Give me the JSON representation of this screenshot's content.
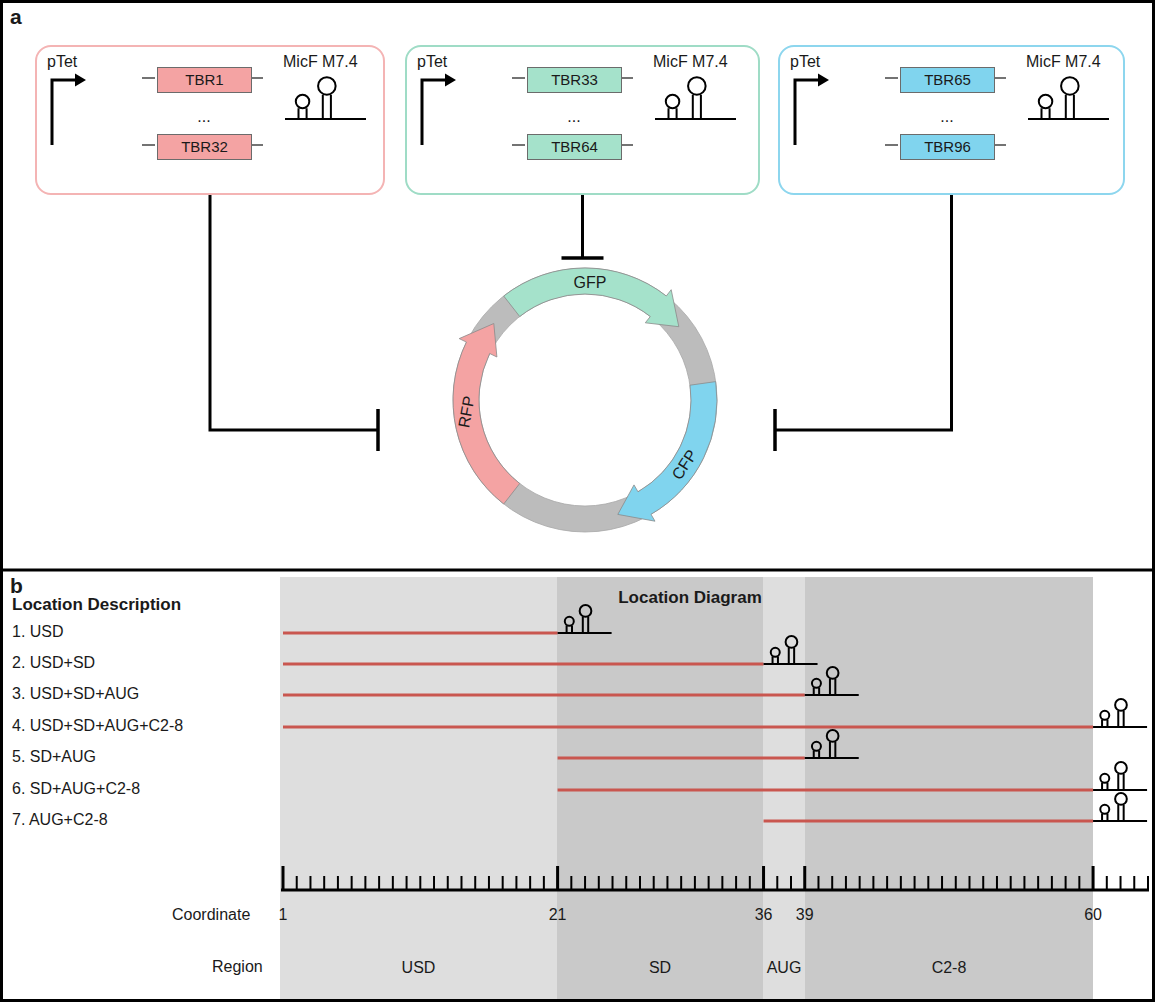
{
  "diagram": {
    "nodes": [
      {
        "text": [
          "pTet",
          "...",
          "MicF M7.4"
        ]
      },
      {
        "text": [
          "TBR1"
        ],
        "in": 0
      },
      {
        "text": [
          "TBR32"
        ],
        "in": 0
      },
      {
        "text": [
          "pTet",
          "...",
          "MicF M7.4"
        ]
      },
      {
        "text": [
          "TBR33"
        ],
        "in": 3
      },
      {
        "text": [
          "TBR64"
        ],
        "in": 3
      },
      {
        "text": [
          "pTet",
          "...",
          "MicF M7.4"
        ]
      },
      {
        "text": [
          "TBR65"
        ],
        "in": 6
      },
      {
        "text": [
          "TBR96"
        ],
        "in": 6
      },
      {
        "text": [
          "GFP"
        ]
      },
      {
        "text": [
          "RFP"
        ]
      },
      {
        "text": [
          "CFP"
        ]
      },
      {
        "text": [
          "USD"
        ]
      },
      {
        "text": [
          "SD"
        ]
      },
      {
        "text": [
          "AUG"
        ]
      },
      {
        "text": [
          "C2-8"
        ]
      }
    ],
    "edges": [
      {
        "from": 0,
        "to": 10,
        "arrow": "to"
      },
      {
        "from": 3,
        "to": 9,
        "arrow": "to"
      },
      {
        "from": 6,
        "to": 11,
        "arrow": "to"
      }
    ],
    "labels": [
      "a",
      "b",
      "Location Description",
      "Location Diagram",
      "1. USD",
      "2. USD+SD",
      "3. USD+SD+AUG",
      "4. USD+SD+AUG+C2-8",
      "5. SD+AUG",
      "6. SD+AUG+C2-8",
      "7. AUG+C2-8",
      "Coordinate",
      "1",
      "21",
      "36",
      "39",
      "60",
      "Region"
    ]
  }
}
